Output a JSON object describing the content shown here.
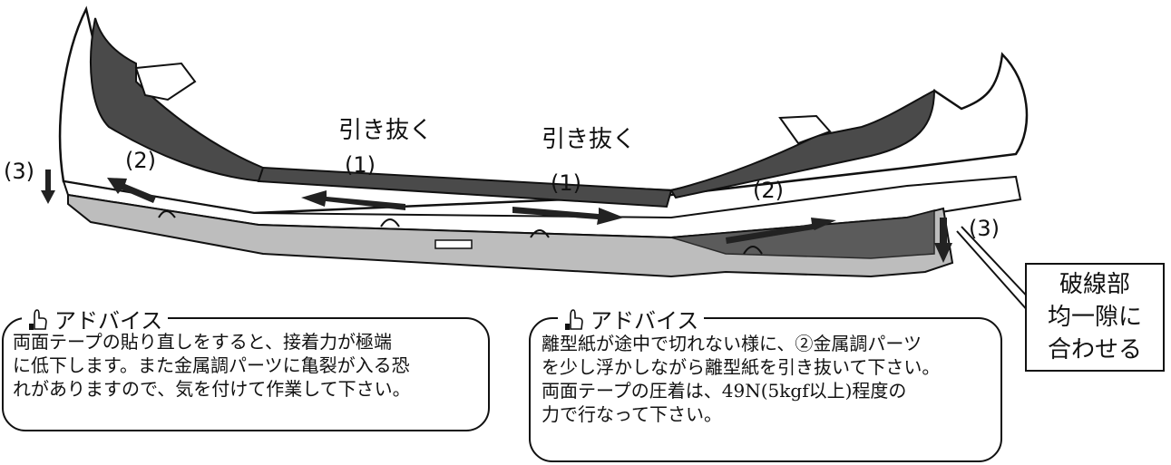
{
  "labels": {
    "pull_left": "引き抜く",
    "pull_right": "引き抜く",
    "step1_left": "(1)",
    "step1_right": "(1)",
    "step2_left": "(2)",
    "step2_right": "(2)",
    "step3_left": "(3)",
    "step3_right": "(3)"
  },
  "advice_left": {
    "title": "アドバイス",
    "lines": [
      "両面テープの貼り直しをすると、接着力が極端",
      "に低下します。また金属調パーツに亀裂が入る恐",
      "れがありますので、気を付けて作業して下さい。"
    ]
  },
  "advice_right": {
    "title": "アドバイス",
    "lines": [
      "離型紙が途中で切れない様に、②金属調パーツ",
      "を少し浮かしながら離型紙を引き抜いて下さい。",
      "両面テープの圧着は、49N(5kgf以上)程度の",
      "力で行なって下さい。"
    ]
  },
  "callout": {
    "lines": [
      "破線部",
      "均一隙に",
      "合わせる"
    ]
  },
  "colors": {
    "bumper_fill": "#ffffff",
    "shadow_fill": "#4a4a4a",
    "lip_fill": "#bdbdbd",
    "arrow": "#222222"
  }
}
